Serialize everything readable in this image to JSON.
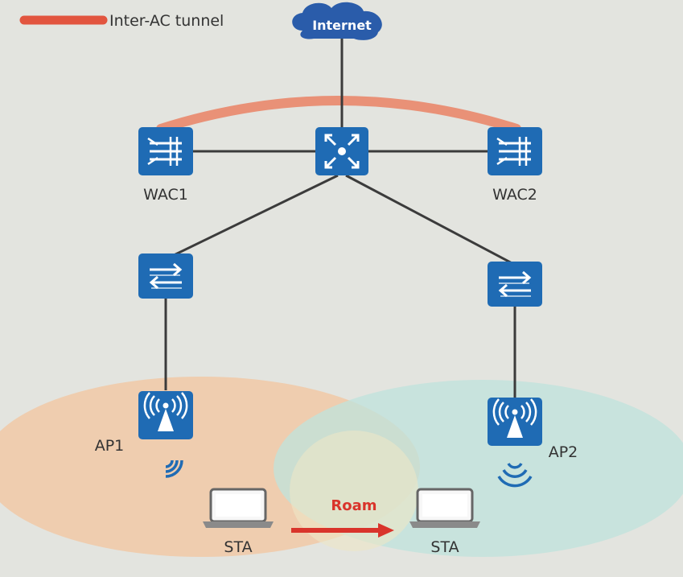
{
  "legend": {
    "label": "Inter-AC tunnel",
    "color": "#e2553f"
  },
  "nodes": {
    "internet": {
      "label": "Internet",
      "icon": "cloud-icon"
    },
    "core_switch": {
      "label": "",
      "icon": "core-switch-icon"
    },
    "wac1": {
      "label": "WAC1",
      "icon": "access-controller-icon"
    },
    "wac2": {
      "label": "WAC2",
      "icon": "access-controller-icon"
    },
    "switch1": {
      "label": "",
      "icon": "switch-icon"
    },
    "switch2": {
      "label": "",
      "icon": "switch-icon"
    },
    "ap1": {
      "label": "AP1",
      "icon": "access-point-icon"
    },
    "ap2": {
      "label": "AP2",
      "icon": "access-point-icon"
    },
    "sta_left": {
      "label": "STA",
      "icon": "laptop-icon"
    },
    "sta_right": {
      "label": "STA",
      "icon": "laptop-icon"
    }
  },
  "roam": {
    "label": "Roam",
    "color": "#d9342b"
  },
  "colors": {
    "device": "#1f6bb4",
    "link": "#3b3b3b",
    "ap1_coverage": "#f1c9a7",
    "ap2_coverage": "#bfe3dc"
  }
}
